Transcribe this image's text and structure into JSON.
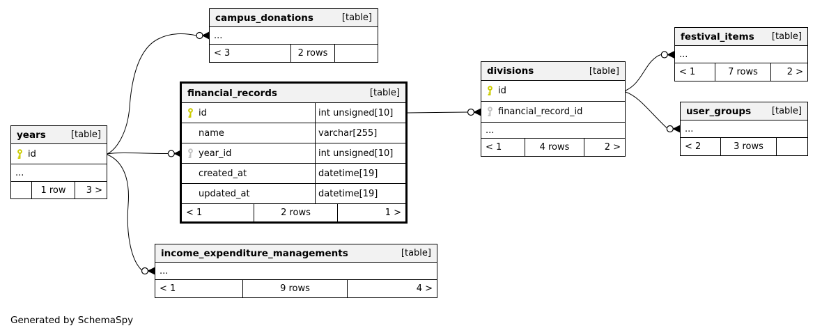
{
  "canvas": {
    "generated_by": "Generated by SchemaSpy"
  },
  "colors": {
    "pk_key": "#cccc00",
    "fk_key": "#c4c4c4",
    "header_bg": "#f2f2f2",
    "edge": "#000000"
  },
  "tables": {
    "campus_donations": {
      "name": "campus_donations",
      "tag": "[table]",
      "more": "...",
      "footer": {
        "left": "< 3",
        "mid": "2 rows",
        "right": ""
      }
    },
    "festival_items": {
      "name": "festival_items",
      "tag": "[table]",
      "more": "...",
      "footer": {
        "left": "< 1",
        "mid": "7 rows",
        "right": "2 >"
      }
    },
    "user_groups": {
      "name": "user_groups",
      "tag": "[table]",
      "more": "...",
      "footer": {
        "left": "< 2",
        "mid": "3 rows",
        "right": ""
      }
    },
    "income_expenditure_managements": {
      "name": "income_expenditure_managements",
      "tag": "[table]",
      "more": "...",
      "footer": {
        "left": "< 1",
        "mid": "9 rows",
        "right": "4 >"
      }
    },
    "years": {
      "name": "years",
      "tag": "[table]",
      "columns": [
        {
          "name": "id",
          "key": "pk"
        }
      ],
      "more": "...",
      "footer": {
        "left": "",
        "mid": "1 row",
        "right": "3 >"
      }
    },
    "divisions": {
      "name": "divisions",
      "tag": "[table]",
      "columns": [
        {
          "name": "id",
          "key": "pk"
        },
        {
          "name": "financial_record_id",
          "key": "fk"
        }
      ],
      "more": "...",
      "footer": {
        "left": "< 1",
        "mid": "4 rows",
        "right": "2 >"
      }
    },
    "financial_records": {
      "name": "financial_records",
      "tag": "[table]",
      "columns": [
        {
          "name": "id",
          "type": "int unsigned[10]",
          "key": "pk"
        },
        {
          "name": "name",
          "type": "varchar[255]",
          "key": ""
        },
        {
          "name": "year_id",
          "type": "int unsigned[10]",
          "key": "fk"
        },
        {
          "name": "created_at",
          "type": "datetime[19]",
          "key": ""
        },
        {
          "name": "updated_at",
          "type": "datetime[19]",
          "key": ""
        }
      ],
      "footer": {
        "left": "< 1",
        "mid": "2 rows",
        "right": "1 >"
      }
    }
  },
  "relationships": [
    {
      "parent": "years.id",
      "child": "campus_donations"
    },
    {
      "parent": "years.id",
      "child": "financial_records.year_id"
    },
    {
      "parent": "years.id",
      "child": "income_expenditure_managements"
    },
    {
      "parent": "financial_records.id",
      "child": "divisions.financial_record_id"
    },
    {
      "parent": "divisions.id",
      "child": "festival_items"
    },
    {
      "parent": "divisions.id",
      "child": "user_groups"
    }
  ]
}
